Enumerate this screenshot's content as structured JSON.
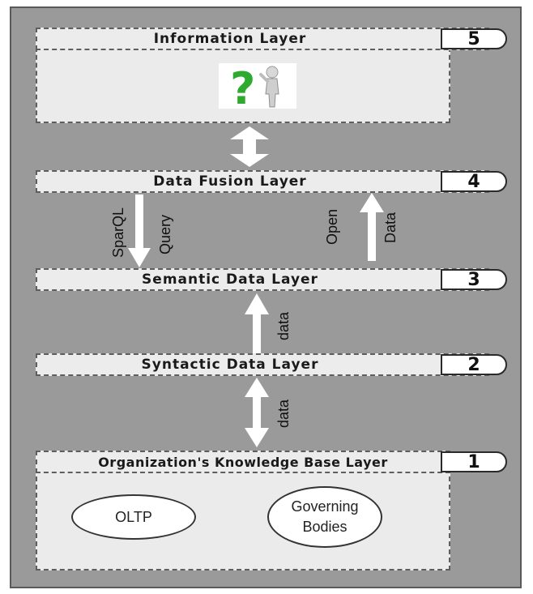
{
  "layers": [
    {
      "number": "5",
      "label": "Information Layer"
    },
    {
      "number": "4",
      "label": "Data Fusion Layer"
    },
    {
      "number": "3",
      "label": "Semantic Data Layer"
    },
    {
      "number": "2",
      "label": "Syntactic Data Layer"
    },
    {
      "number": "1",
      "label": "Organization's Knowledge Base Layer"
    }
  ],
  "arrow_labels": {
    "sparql": "SparQL",
    "query": "Query",
    "open": "Open",
    "data_upper": "Data",
    "data_mid": "data",
    "data_low": "data"
  },
  "knowledge_base": {
    "oltp": "OLTP",
    "governing_line1": "Governing",
    "governing_line2": "Bodies"
  },
  "icons": {
    "info_image": "question-mark-person-icon"
  },
  "colors": {
    "background": "#9a9a9a",
    "layer_fill": "#ebebeb",
    "question_mark": "#2eaa2e"
  }
}
